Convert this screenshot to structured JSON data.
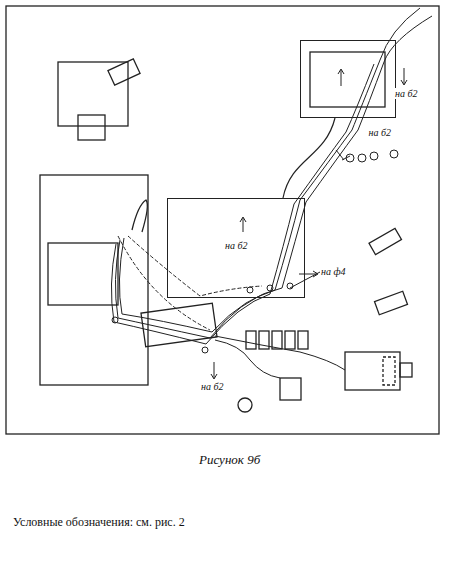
{
  "diagram": {
    "caption": "Рисунок 9б",
    "nodes": [
      {
        "text": [
          "на б2"
        ]
      },
      {
        "text": [
          "на б2"
        ]
      }
    ],
    "edges": [
      {
        "from": 1,
        "to": 0,
        "arrow": "none"
      }
    ],
    "labels": [
      "на б2",
      "на ф4",
      "на б2",
      "Условные обозначения: см. рис. 2"
    ]
  }
}
